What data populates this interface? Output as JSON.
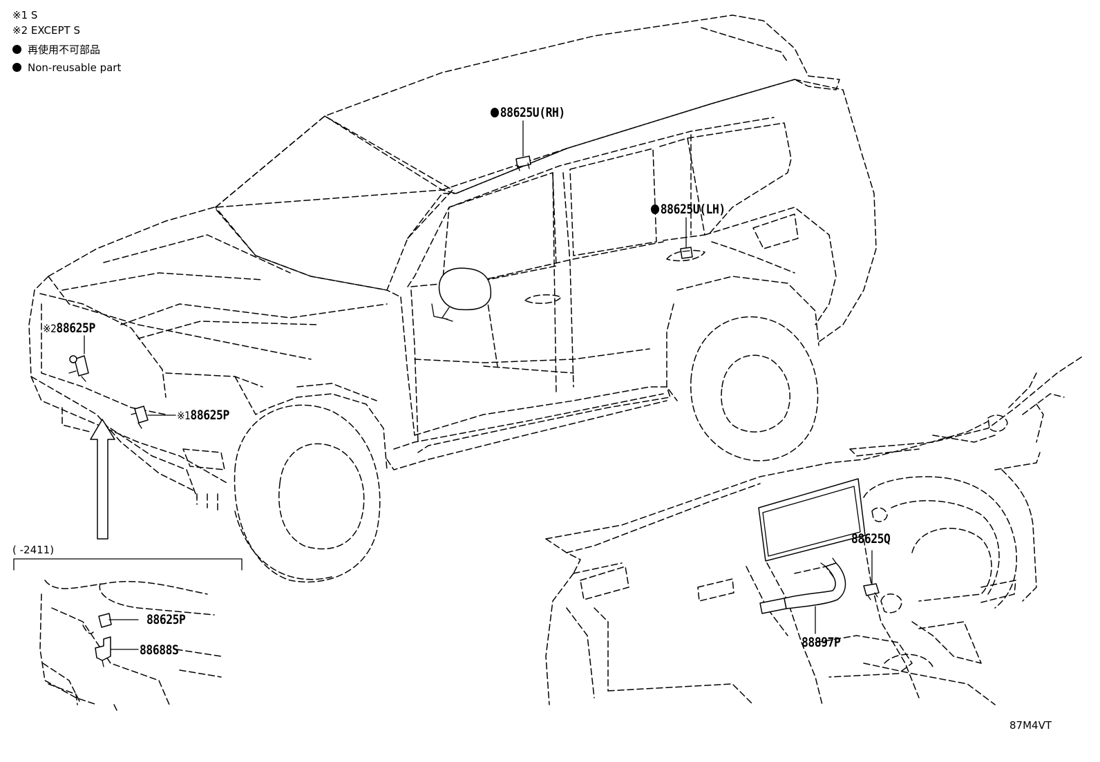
{
  "legend": {
    "note1": "※1 S",
    "note2": "※2 EXCEPT S",
    "non_reusable_jp": "再使用不可部品",
    "non_reusable_en": "Non-reusable part"
  },
  "callouts": {
    "roof_rh": {
      "part": "88625U",
      "side": "(RH)"
    },
    "door_lh": {
      "part": "88625U",
      "side": "(LH)"
    },
    "front_note2": {
      "mark": "※2",
      "part": "88625P"
    },
    "front_note1": {
      "mark": "※1",
      "part": "88625P"
    },
    "dash_sensor": {
      "part": "88625Q"
    },
    "dash_duct": {
      "part": "88897P"
    },
    "inset_sensor": {
      "part": "88625P"
    },
    "inset_bracket": {
      "part": "88688S"
    }
  },
  "inset": {
    "range": "(      -2411)"
  },
  "figure_code": "87M4VT"
}
